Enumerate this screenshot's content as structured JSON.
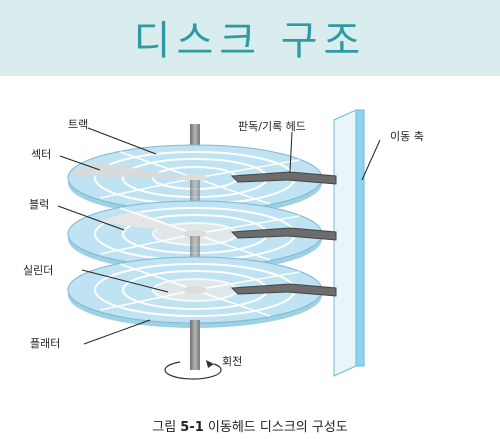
{
  "title": "디스크 구조",
  "labels": {
    "track": "트랙",
    "sector": "섹터",
    "block": "블럭",
    "cylinder": "실린더",
    "platter": "플래터",
    "head": "판독/기록 헤드",
    "axis": "이동 축",
    "rotation": "회전"
  },
  "caption": {
    "prefix": "그림 ",
    "number": "5-1",
    "text": " 이동헤드 디스크의 구성도"
  },
  "colors": {
    "banner": "#daedee",
    "title": "#2f9aa0",
    "platter": "#bfe3f2",
    "ring": "#ffffff",
    "spindle": "#8c8c8c",
    "axis": "#8fd3f0"
  }
}
